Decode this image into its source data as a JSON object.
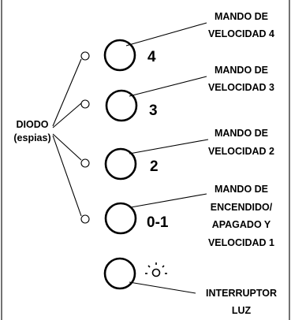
{
  "diodo": {
    "line1": "DIODO",
    "line2": "(espias)"
  },
  "buttons": [
    {
      "number": "4",
      "label_lines": [
        "MANDO DE",
        "VELOCIDAD 4"
      ]
    },
    {
      "number": "3",
      "label_lines": [
        "MANDO DE",
        "VELOCIDAD 3"
      ]
    },
    {
      "number": "2",
      "label_lines": [
        "MANDO DE",
        "VELOCIDAD 2"
      ]
    },
    {
      "number": "0-1",
      "label_lines": [
        "MANDO DE",
        "ENCENDIDO/",
        "APAGADO Y",
        "VELOCIDAD 1"
      ]
    }
  ],
  "light_switch": {
    "icon": "light-bulb-icon",
    "label_lines": [
      "INTERRUPTOR",
      "LUZ"
    ]
  }
}
